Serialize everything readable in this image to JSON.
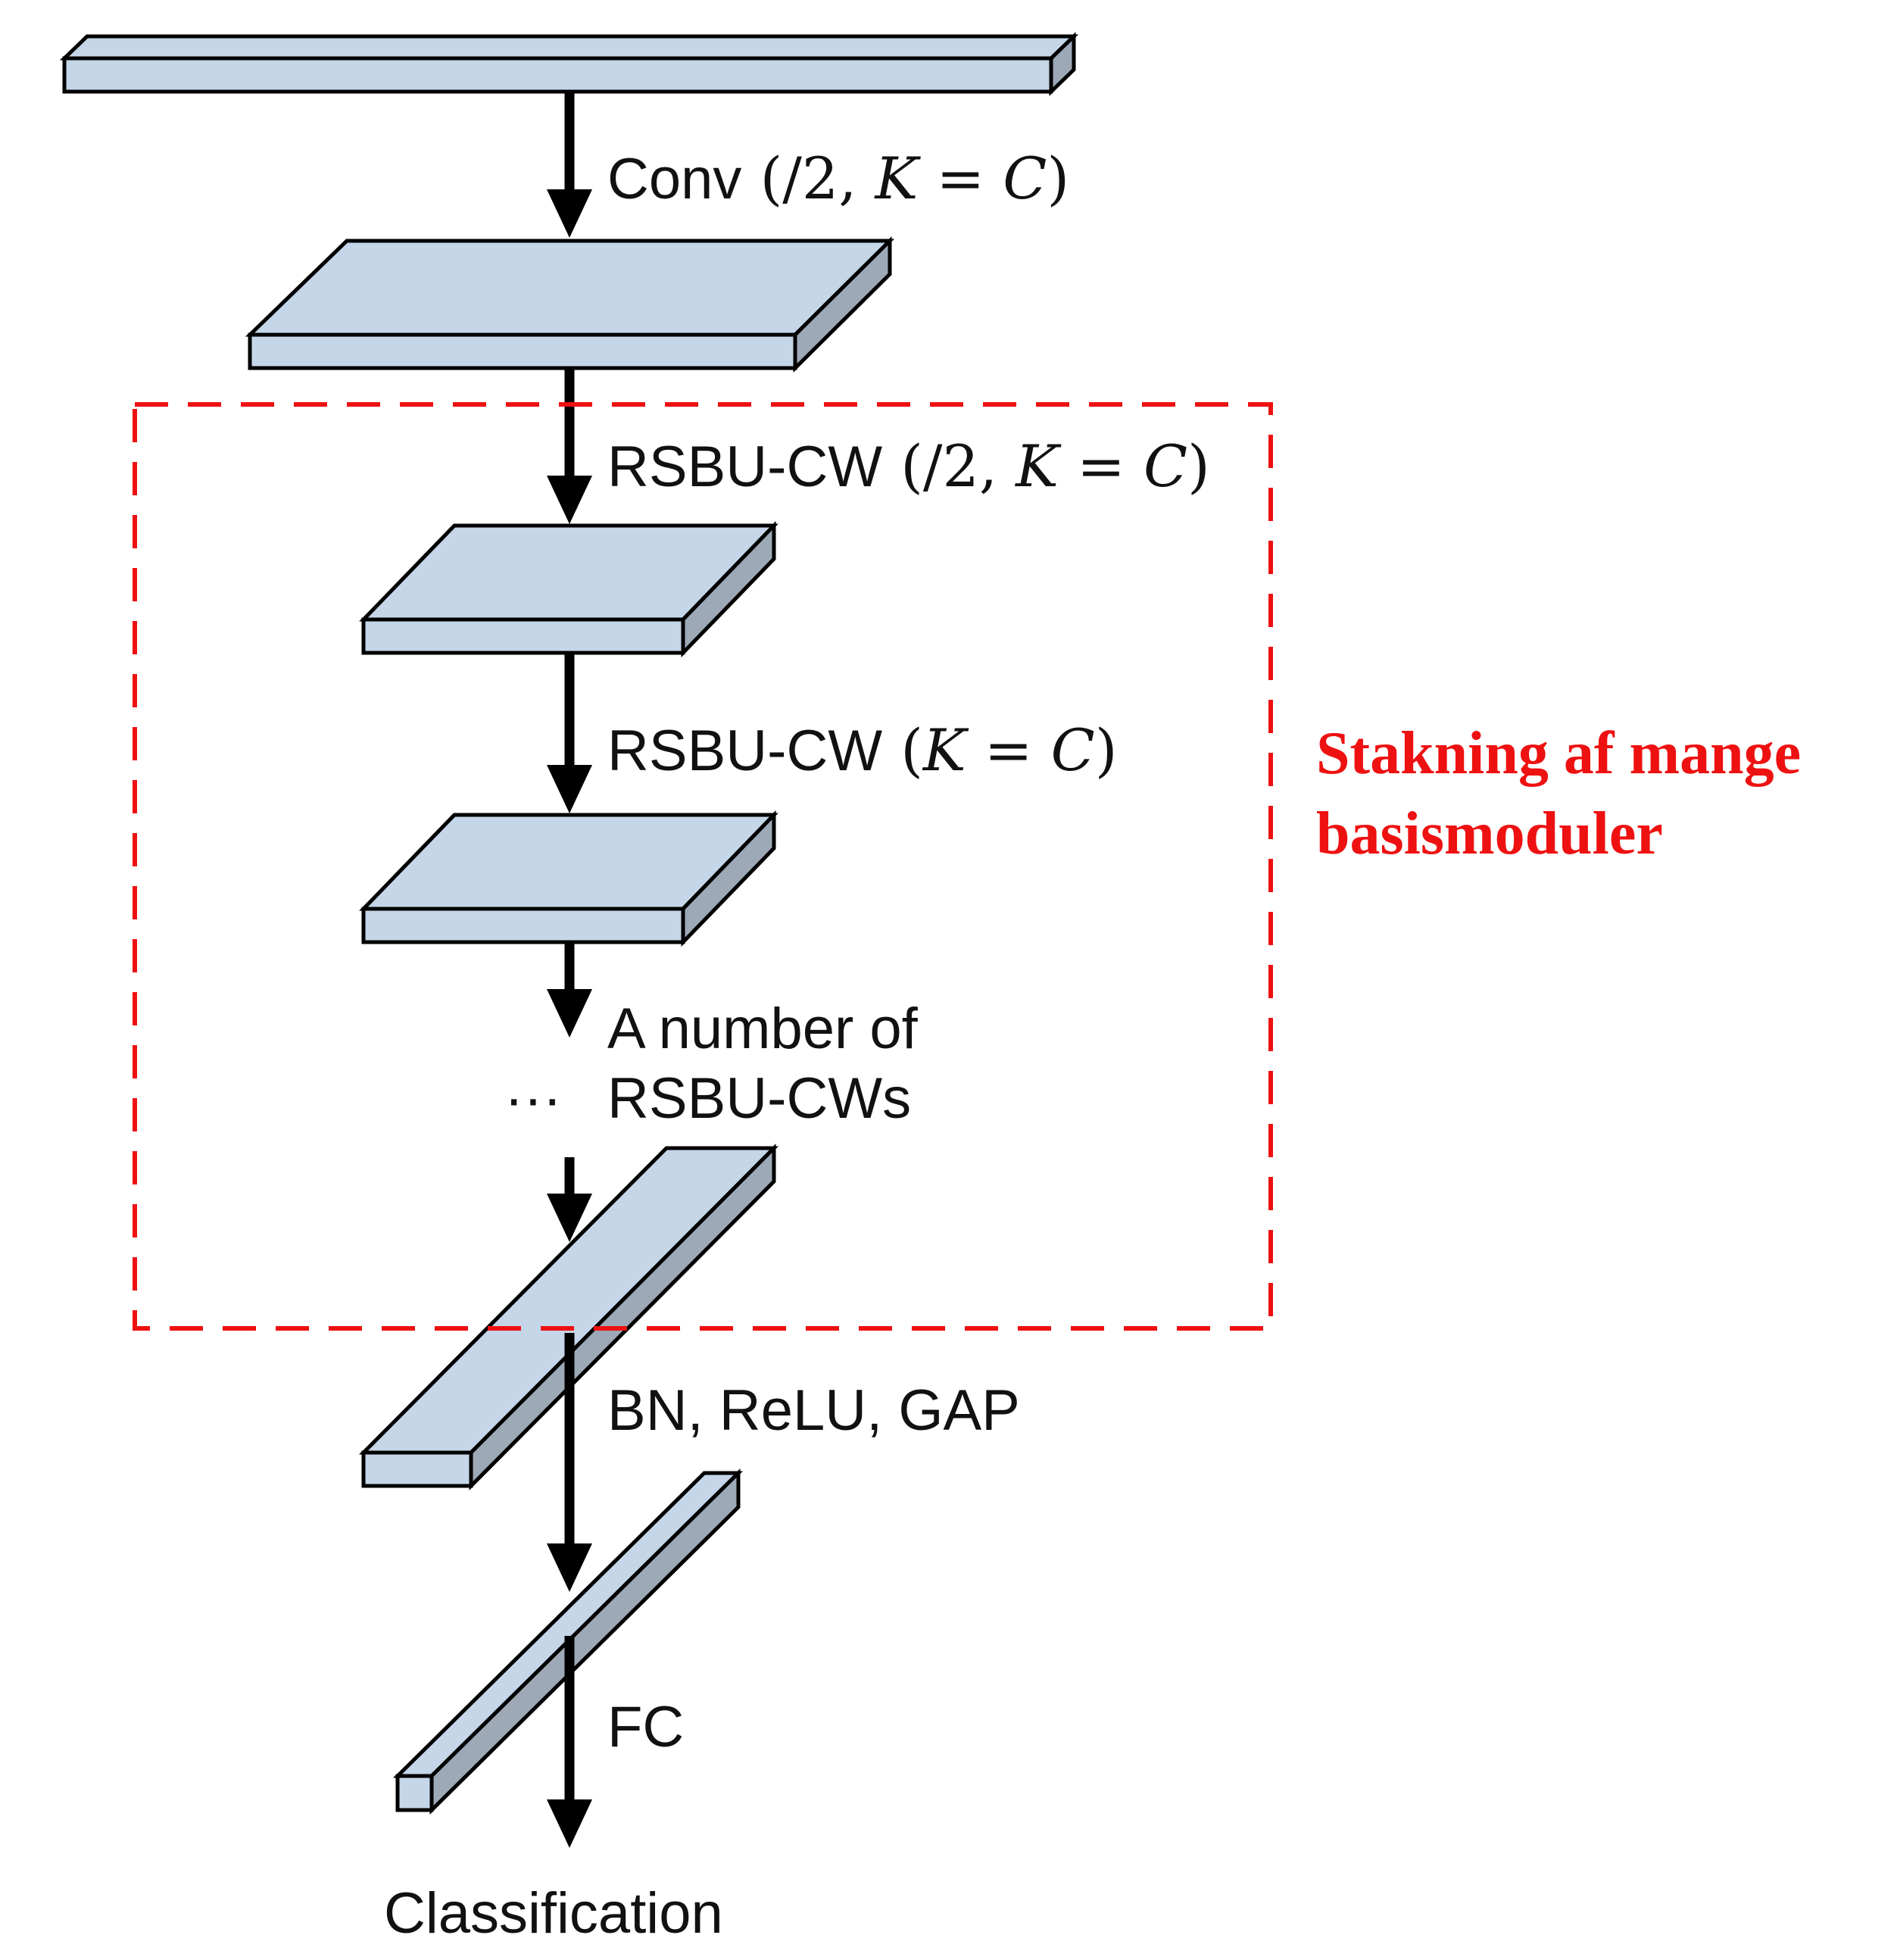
{
  "steps": {
    "conv": {
      "name": "Conv",
      "open": " (/2, ",
      "k": "K",
      "eq": " = ",
      "c": "C",
      "close": ")"
    },
    "rsbu1": {
      "name": "RSBU-CW",
      "open": " (/2, ",
      "k": "K",
      "eq": " = ",
      "c": "C",
      "close": ")"
    },
    "rsbu2": {
      "name": "RSBU-CW",
      "open": " (",
      "k": "K",
      "eq": " = ",
      "c": "C",
      "close": ")"
    },
    "many_line1": "A number of",
    "many_line2": "RSBU-CWs",
    "ellipsis": "···",
    "bn": "BN, ReLU, GAP",
    "fc": "FC",
    "output": "Classification"
  },
  "annotation": {
    "line1": "Stakning af mange",
    "line2": "basismoduler",
    "color": "#ee1111"
  },
  "colors": {
    "block_face": "#c5d6e9",
    "block_side": "#9ea9b7",
    "arrow": "#000000"
  }
}
